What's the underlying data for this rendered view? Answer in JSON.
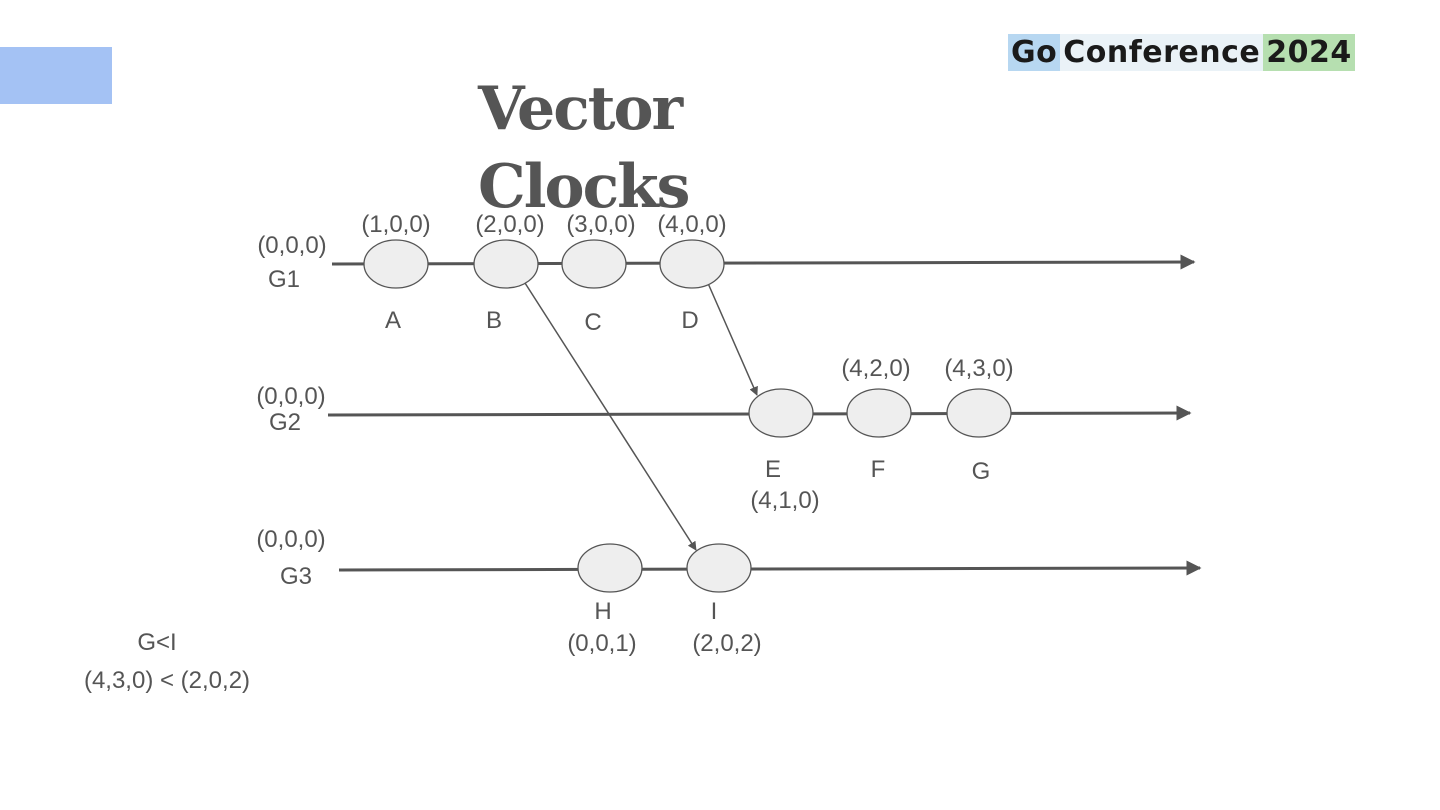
{
  "title": "Vector Clocks",
  "logo": {
    "part1": "Go",
    "part2": " Conference ",
    "part3": "2024"
  },
  "colors": {
    "accent_box": "#a4c2f4",
    "text": "#555555",
    "event_fill": "#eeeeee"
  },
  "processes": [
    {
      "id": "G1",
      "label": "G1",
      "initial_clock": "(0,0,0)"
    },
    {
      "id": "G2",
      "label": "G2",
      "initial_clock": "(0,0,0)"
    },
    {
      "id": "G3",
      "label": "G3",
      "initial_clock": "(0,0,0)"
    }
  ],
  "events": [
    {
      "id": "A",
      "process": "G1",
      "label": "A",
      "clock": "(1,0,0)"
    },
    {
      "id": "B",
      "process": "G1",
      "label": "B",
      "clock": "(2,0,0)"
    },
    {
      "id": "C",
      "process": "G1",
      "label": "C",
      "clock": "(3,0,0)"
    },
    {
      "id": "D",
      "process": "G1",
      "label": "D",
      "clock": "(4,0,0)"
    },
    {
      "id": "E",
      "process": "G2",
      "label": "E",
      "clock": "(4,1,0)"
    },
    {
      "id": "F",
      "process": "G2",
      "label": "F",
      "clock": "(4,2,0)"
    },
    {
      "id": "G",
      "process": "G2",
      "label": "G",
      "clock": "(4,3,0)"
    },
    {
      "id": "H",
      "process": "G3",
      "label": "H",
      "clock": "(0,0,1)"
    },
    {
      "id": "I",
      "process": "G3",
      "label": "I",
      "clock": "(2,0,2)"
    }
  ],
  "messages": [
    {
      "from": "B",
      "to": "I"
    },
    {
      "from": "D",
      "to": "E"
    }
  ],
  "comparison": {
    "line1": "G<I",
    "line2": "(4,3,0) < (2,0,2)"
  }
}
